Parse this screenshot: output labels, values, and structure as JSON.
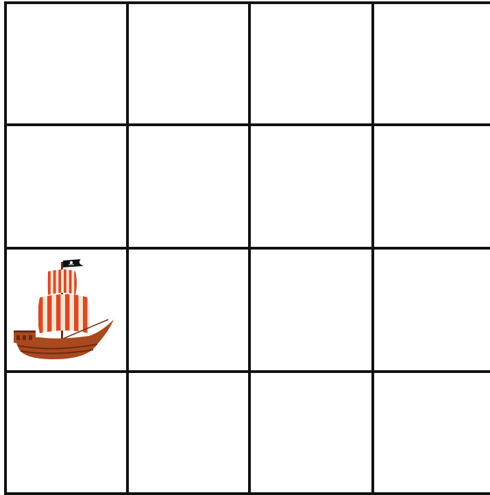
{
  "board": {
    "rows": 4,
    "visible_columns": 4,
    "line_color": "#111111",
    "cell_color": "#ffffff",
    "pieces": [
      {
        "type": "pirate-ship",
        "icon": "pirate-ship-icon",
        "row": 2,
        "col": 0,
        "flag": "skull-and-crossbones",
        "colors": {
          "hull": "#a9491f",
          "hull_dark": "#6e2a10",
          "sail": "#f6e6d0",
          "sail_stripe": "#d9492a",
          "flag": "#111111"
        }
      }
    ]
  }
}
